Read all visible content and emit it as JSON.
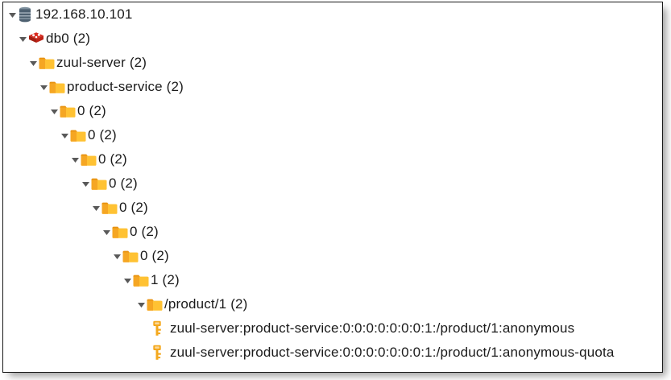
{
  "panel": {
    "name": "redis-key-tree",
    "background": "#ffffff",
    "border_color": "#1a1a1a"
  },
  "colors": {
    "folder_body": "#ffc233",
    "folder_tab": "#f5a623",
    "folder_shade": "#e8920f",
    "key_gold": "#f4a81d",
    "redis_red": "#d82c20",
    "redis_red_dark": "#a41e11",
    "database_slate": "#4d6070",
    "database_slate_light": "#7d8f9d",
    "twisty_gray": "#595959",
    "text": "#1b1b1b"
  },
  "icons": {
    "expanded_twisty": "triangle-down-icon",
    "server": "database-stack-icon",
    "redis": "redis-logo-icon",
    "folder": "folder-icon",
    "key": "key-icon"
  },
  "tree": {
    "nodes": [
      {
        "level": 0,
        "icon": "database-stack-icon",
        "label": "192.168.10.101",
        "expanded": true,
        "type": "server"
      },
      {
        "level": 1,
        "icon": "redis-logo-icon",
        "label": "db0  (2)",
        "expanded": true,
        "type": "database"
      },
      {
        "level": 2,
        "icon": "folder-icon",
        "label": "zuul-server (2)",
        "expanded": true,
        "type": "folder"
      },
      {
        "level": 3,
        "icon": "folder-icon",
        "label": "product-service (2)",
        "expanded": true,
        "type": "folder"
      },
      {
        "level": 4,
        "icon": "folder-icon",
        "label": "0 (2)",
        "expanded": true,
        "type": "folder"
      },
      {
        "level": 5,
        "icon": "folder-icon",
        "label": "0 (2)",
        "expanded": true,
        "type": "folder"
      },
      {
        "level": 6,
        "icon": "folder-icon",
        "label": "0 (2)",
        "expanded": true,
        "type": "folder"
      },
      {
        "level": 7,
        "icon": "folder-icon",
        "label": "0 (2)",
        "expanded": true,
        "type": "folder"
      },
      {
        "level": 8,
        "icon": "folder-icon",
        "label": "0 (2)",
        "expanded": true,
        "type": "folder"
      },
      {
        "level": 9,
        "icon": "folder-icon",
        "label": "0 (2)",
        "expanded": true,
        "type": "folder"
      },
      {
        "level": 10,
        "icon": "folder-icon",
        "label": "0 (2)",
        "expanded": true,
        "type": "folder"
      },
      {
        "level": 11,
        "icon": "folder-icon",
        "label": "1 (2)",
        "expanded": true,
        "type": "folder"
      },
      {
        "level": 12,
        "icon": "folder-icon",
        "label": "/product/1 (2)",
        "expanded": true,
        "type": "folder"
      },
      {
        "level": 13,
        "icon": "key-icon",
        "label": "zuul-server:product-service:0:0:0:0:0:0:0:1:/product/1:anonymous",
        "expanded": false,
        "type": "key"
      },
      {
        "level": 13,
        "icon": "key-icon",
        "label": "zuul-server:product-service:0:0:0:0:0:0:0:1:/product/1:anonymous-quota",
        "expanded": false,
        "type": "key"
      }
    ]
  }
}
